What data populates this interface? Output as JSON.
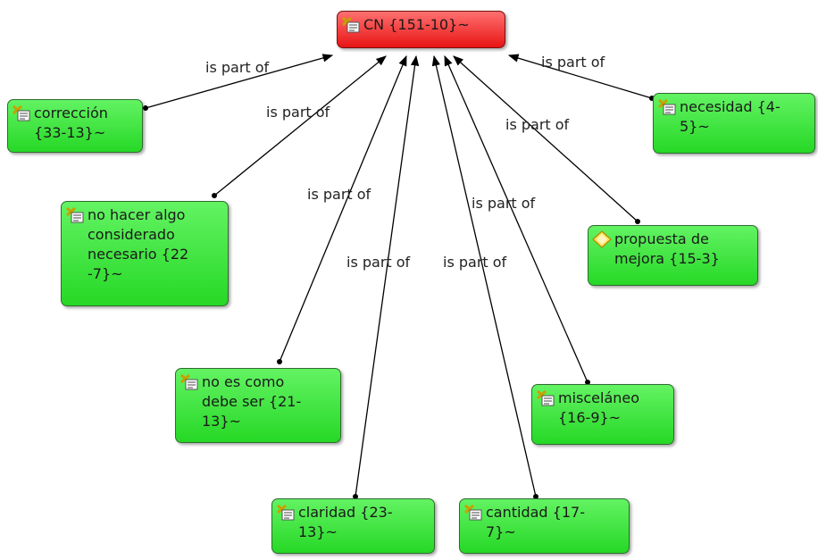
{
  "root": {
    "label": "CN {151-10}~"
  },
  "edge_label": "is part of",
  "nodes": [
    {
      "id": "correccion",
      "label": "corrección\n{33-13}~",
      "icon": "code-note-icon"
    },
    {
      "id": "no-hacer",
      "label": "no hacer algo\nconsiderado\nnecesario {22\n-7}~",
      "icon": "code-note-icon"
    },
    {
      "id": "no-es-como",
      "label": "no es como\ndebe ser {21-\n13}~",
      "icon": "code-note-icon"
    },
    {
      "id": "claridad",
      "label": "claridad {23-\n13}~",
      "icon": "code-note-icon"
    },
    {
      "id": "cantidad",
      "label": "cantidad {17-\n7}~",
      "icon": "code-note-icon"
    },
    {
      "id": "miscelaneo",
      "label": "misceláneo\n{16-9}~",
      "icon": "code-note-icon"
    },
    {
      "id": "propuesta",
      "label": "propuesta de\nmejora {15-3}",
      "icon": "diamond-code-icon"
    },
    {
      "id": "necesidad",
      "label": "necesidad {4-\n5}~",
      "icon": "code-note-icon"
    }
  ],
  "colors": {
    "root": "#e81414",
    "node": "#26d826",
    "edge": "#000000"
  }
}
